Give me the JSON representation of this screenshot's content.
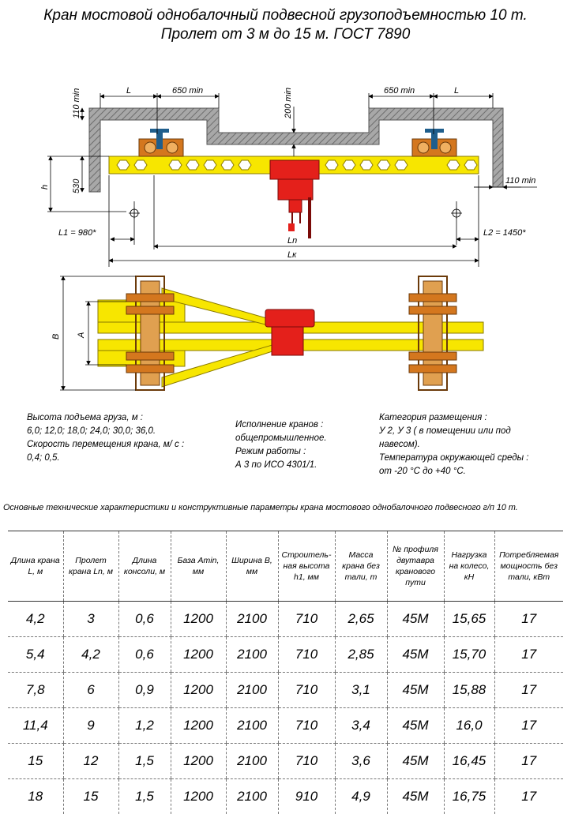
{
  "title": {
    "line1": "Кран мостовой однобалочный подвесной грузоподъемностью 10 т.",
    "line2": "Пролет от 3 м до 15 м. ГОСТ 7890"
  },
  "drawing": {
    "dim_L_left": "L",
    "dim_650_left": "650 min",
    "dim_200": "200 min",
    "dim_650_right": "650 min",
    "dim_L_right": "L",
    "dim_110_top": "110 min",
    "dim_h": "h",
    "dim_530": "530",
    "dim_110_right": "110 min",
    "dim_L1": "L1 = 980*",
    "dim_L2": "L2 = 1450*",
    "dim_Ln": "Ln",
    "dim_Lk": "Lк",
    "dim_B": "B",
    "dim_A": "A",
    "colors": {
      "beam": "#f7e600",
      "hoist": "#e4201b",
      "trolley": "#d4771e",
      "wall": "#7a7a7a"
    }
  },
  "specs": {
    "col1": [
      "Высота подъема груза, м :",
      "6,0; 12,0; 18,0; 24,0; 30,0; 36,0.",
      "Скорость перемещения крана, м/ с :",
      "0,4; 0,5."
    ],
    "col2": [
      "Исполнение кранов :",
      "общепромышленное.",
      "Режим работы :",
      "А 3 по ИСО 4301/1."
    ],
    "col3": [
      "Категория размещения :",
      "У 2, У 3 ( в помещении или под",
      "навесом).",
      "Температура окружающей среды :",
      "от -20 °С до +40 °С."
    ]
  },
  "table": {
    "caption": "Основные технические характеристики и конструктивные параметры крана мостового однобалочного подвесного г/п 10 т.",
    "headers": [
      "Длина крана L, м",
      "Пролет крана Ln, м",
      "Длина консоли, м",
      "База Amin, мм",
      "Ширина B, мм",
      "Строитель-ная высота h1, мм",
      "Масса крана без тали, т",
      "№ профиля двутавра кранового пути",
      "Нагрузка на колесо, кН",
      "Потребляемая мощность без тали, кВт"
    ],
    "rows": [
      [
        "4,2",
        "3",
        "0,6",
        "1200",
        "2100",
        "710",
        "2,65",
        "45М",
        "15,65",
        "17"
      ],
      [
        "5,4",
        "4,2",
        "0,6",
        "1200",
        "2100",
        "710",
        "2,85",
        "45М",
        "15,70",
        "17"
      ],
      [
        "7,8",
        "6",
        "0,9",
        "1200",
        "2100",
        "710",
        "3,1",
        "45М",
        "15,88",
        "17"
      ],
      [
        "11,4",
        "9",
        "1,2",
        "1200",
        "2100",
        "710",
        "3,4",
        "45М",
        "16,0",
        "17"
      ],
      [
        "15",
        "12",
        "1,5",
        "1200",
        "2100",
        "710",
        "3,6",
        "45М",
        "16,45",
        "17"
      ],
      [
        "18",
        "15",
        "1,5",
        "1200",
        "2100",
        "910",
        "4,9",
        "45М",
        "16,75",
        "17"
      ]
    ]
  }
}
